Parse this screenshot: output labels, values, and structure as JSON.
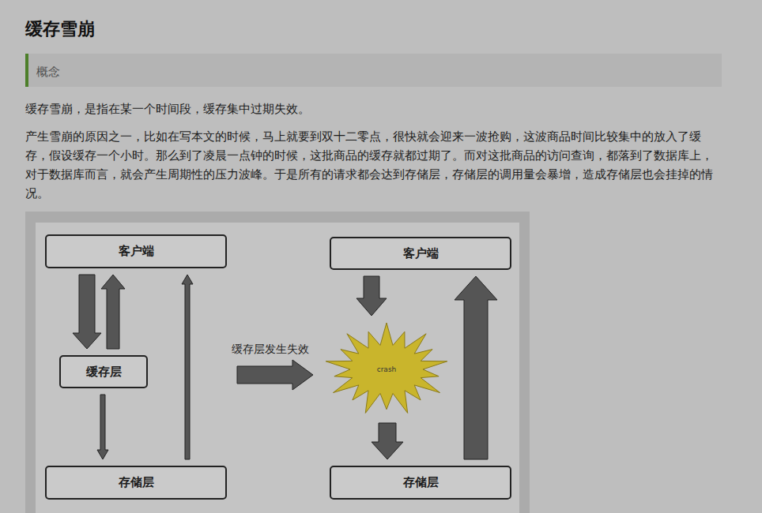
{
  "diagram": {
    "title": "缓存雪崩",
    "nodes": [
      {
        "text": [
          "客户端"
        ]
      },
      {
        "text": [
          "缓存层"
        ]
      },
      {
        "text": [
          "存储层"
        ]
      },
      {
        "text": [
          "客户端"
        ]
      },
      {
        "text": [
          "crash"
        ]
      },
      {
        "text": [
          "存储层"
        ]
      }
    ],
    "edges": [
      {
        "from": 0,
        "to": 1,
        "arrow": "to"
      },
      {
        "from": 1,
        "to": 0,
        "arrow": "to"
      },
      {
        "from": 1,
        "to": 2,
        "arrow": "to"
      },
      {
        "from": 2,
        "to": 0,
        "arrow": "to"
      },
      {
        "from": 3,
        "to": 4,
        "arrow": "to"
      },
      {
        "from": 4,
        "to": 5,
        "arrow": "to"
      },
      {
        "from": 5,
        "to": 3,
        "arrow": "to"
      }
    ],
    "labels": [
      "概念",
      "缓存雪崩，是指在某一个时间段，缓存集中过期失效。",
      "产生雪崩的原因之一，比如在写本文的时候，马上就要到双十二零点，很快就会迎来一波抢购，这波商品时间比较集中的放入了缓存，假设缓存一个小时。那么到了凌晨一点钟的时候，这批商品的缓存就都过期了。而对这批商品的访问查询，都落到了数据库上，对于数据库而言，就会产生周期性的压力波峰。于是所有的请求都会达到存储层，存储层的调用量会暴增，造成存储层也会挂掉的情况。",
      "缓存层发生失效"
    ]
  }
}
